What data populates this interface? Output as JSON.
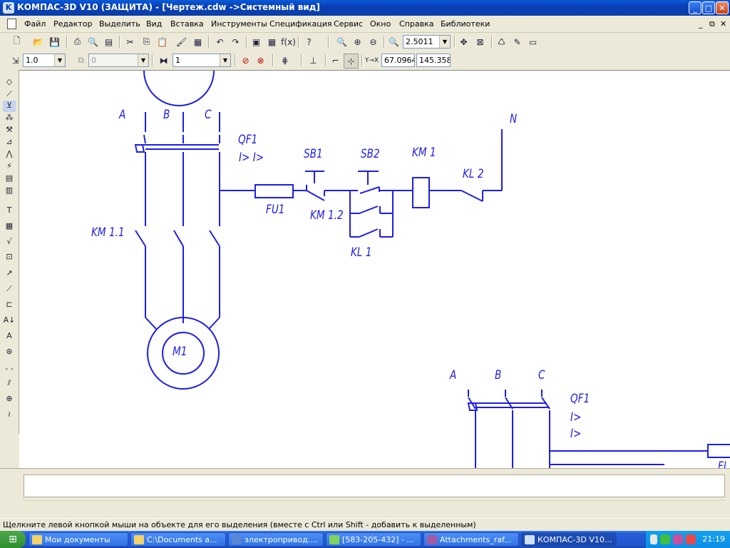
{
  "window": {
    "title": "КОМПАС-3D V10 (ЗАЩИТА) - [Чертеж.cdw ->Системный вид]",
    "minimize": "_",
    "maximize": "□",
    "close": "✕"
  },
  "menu": {
    "items": [
      "Файл",
      "Редактор",
      "Выделить",
      "Вид",
      "Вставка",
      "Инструменты",
      "Спецификация",
      "Сервис",
      "Окно",
      "Справка",
      "Библиотеки"
    ],
    "mdi_min": "_",
    "mdi_restore": "⧉",
    "mdi_close": "✕"
  },
  "toolbar1": {
    "zoom_value": "2.5011"
  },
  "toolbar2": {
    "line_scale": "1.0",
    "layer_value": "0",
    "style_value": "1",
    "coord_x": "67.0964",
    "coord_y": "145.358",
    "coord_label": "Y→X"
  },
  "drawing": {
    "labels": {
      "A": "A",
      "B": "B",
      "C": "C",
      "qf1": "QF1",
      "qf1_trip": "I> I>",
      "sb1": "SB1",
      "sb2": "SB2",
      "km1": "KM 1",
      "kl2": "KL 2",
      "n": "N",
      "fu1": "FU1",
      "km12": "KM 1.2",
      "kl1": "KL 1",
      "km11": "KM 1.1",
      "m1": "M1",
      "A2": "A",
      "B2": "B",
      "C2": "C",
      "qf1_2": "QF1",
      "trip_2a": "I>",
      "trip_2b": "I>",
      "fi": "FI"
    },
    "line_color": "#1e1ee6"
  },
  "status": {
    "message": "Щелкните левой кнопкой мыши на объекте для его выделения (вместе с Ctrl или Shift - добавить к выделенным)"
  },
  "taskbar": {
    "start": "⊞",
    "tasks": [
      {
        "label": "Мои документы"
      },
      {
        "label": "C:\\Documents a..."
      },
      {
        "label": "электропривод...."
      },
      {
        "label": "[583-205-432] - ..."
      },
      {
        "label": "Attachments_raf..."
      },
      {
        "label": "КОМПАС-3D V10..."
      }
    ],
    "clock": "21:19"
  }
}
